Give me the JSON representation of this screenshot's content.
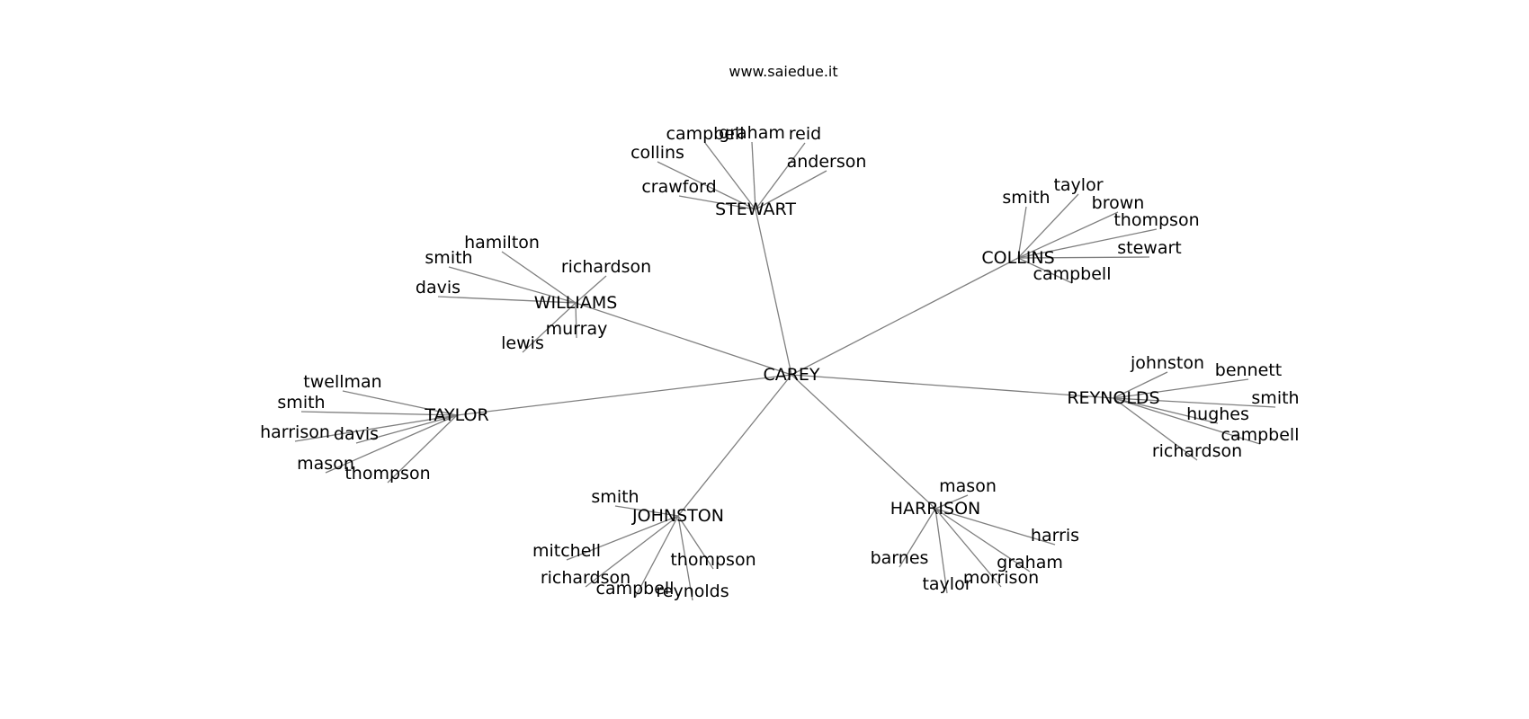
{
  "site": "www.saiedue.it",
  "center": "CAREY",
  "hubs": [
    {
      "name": "STEWART",
      "leaves": [
        "campbell",
        "graham",
        "reid",
        "collins",
        "anderson",
        "crawford"
      ]
    },
    {
      "name": "COLLINS",
      "leaves": [
        "smith",
        "taylor",
        "brown",
        "thompson",
        "stewart",
        "campbell"
      ]
    },
    {
      "name": "WILLIAMS",
      "leaves": [
        "hamilton",
        "smith",
        "richardson",
        "davis",
        "murray",
        "lewis"
      ]
    },
    {
      "name": "REYNOLDS",
      "leaves": [
        "johnston",
        "bennett",
        "smith",
        "hughes",
        "campbell",
        "richardson"
      ]
    },
    {
      "name": "TAYLOR",
      "leaves": [
        "twellman",
        "smith",
        "harrison",
        "davis",
        "mason",
        "thompson"
      ]
    },
    {
      "name": "JOHNSTON",
      "leaves": [
        "smith",
        "mitchell",
        "thompson",
        "richardson",
        "campbell",
        "reynolds"
      ]
    },
    {
      "name": "HARRISON",
      "leaves": [
        "mason",
        "harris",
        "barnes",
        "graham",
        "taylor",
        "morrison"
      ]
    }
  ]
}
